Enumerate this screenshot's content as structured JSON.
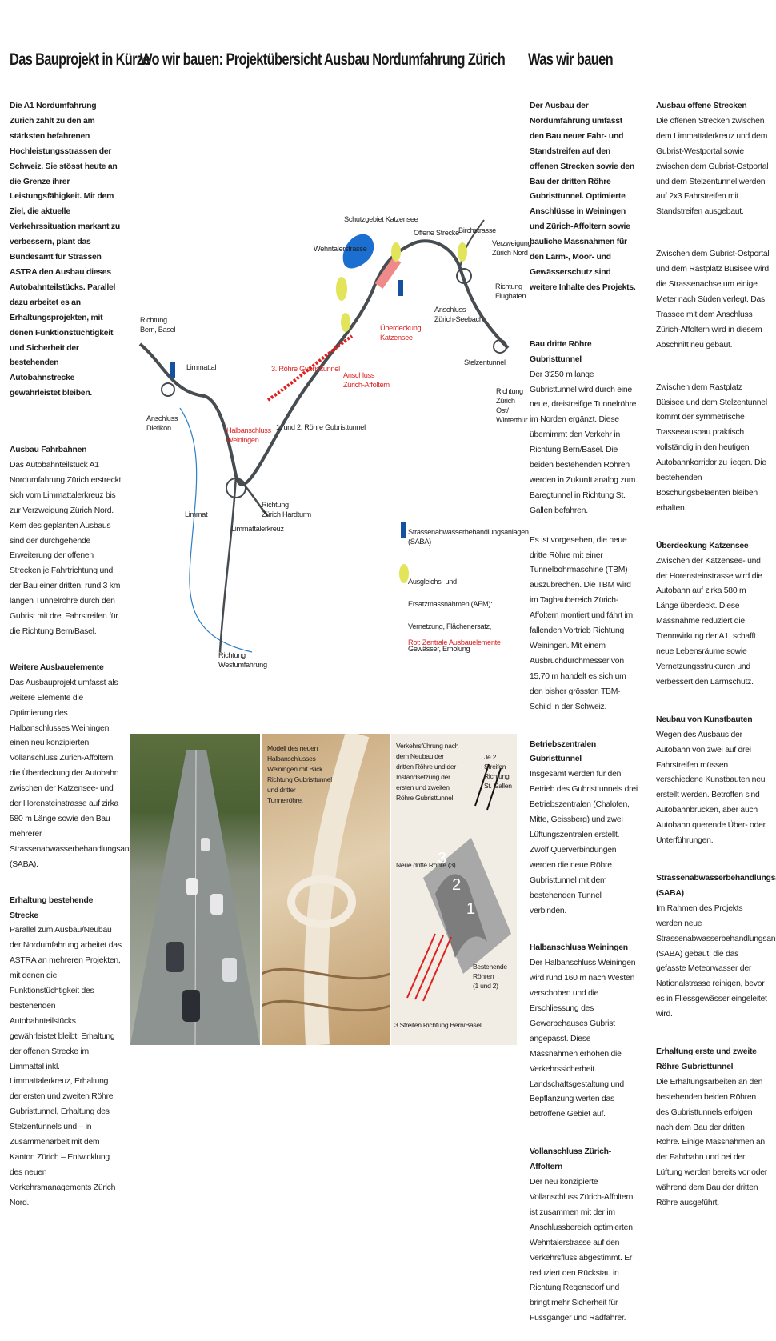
{
  "headings": {
    "left": "Das Bauprojekt in Kürze",
    "middle": "Wo wir bauen: Projektübersicht Ausbau Nordumfahrung Zürich",
    "right": "Was wir bauen"
  },
  "left_column": {
    "intro": "Die A1 Nordumfahrung Zürich zählt zu den am stärksten befahrenen Hochleistungsstrassen der Schweiz. Sie stösst heute an die Grenze ihrer Leistungsfähigkeit. Mit dem Ziel, die aktuelle Verkehrssituation markant zu verbessern, plant das Bundesamt für Strassen ASTRA den Ausbau dieses Autobahnteilstücks. Parallel dazu arbeitet es an Erhaltungsprojekten, mit denen Funktionstüchtigkeit und Sicherheit der bestehenden Autobahnstrecke gewährleistet bleiben.",
    "sections": [
      {
        "title": "Ausbau Fahrbahnen",
        "text": "Das Autobahnteilstück A1 Nordumfahrung Zürich erstreckt sich vom Limmattalerkreuz bis zur Verzweigung Zürich Nord. Kern des geplanten Ausbaus sind der durchgehende Erweiterung der offenen Strecken je Fahrtrichtung und der Bau einer dritten, rund 3 km langen Tunnelröhre durch den Gubrist mit drei Fahrstreifen für die Richtung Bern/Basel."
      },
      {
        "title": "Weitere Ausbauelemente",
        "text": "Das Ausbauprojekt umfasst als weitere Elemente die Optimierung des Halbanschlusses Weiningen, einen neu konzipierten Vollanschluss Zürich-Affoltern, die Überdeckung der Autobahn zwischen der Katzensee- und der Horensteinstrasse auf zirka 580 m Länge sowie den Bau mehrerer Strassenabwasserbehandlungsanlagen (SABA)."
      },
      {
        "title": "Erhaltung bestehende Strecke",
        "text": "Parallel zum Ausbau/Neubau der Nordumfahrung arbeitet das ASTRA an mehreren Projekten, mit denen die Funktionstüchtigkeit des bestehenden Autobahnteilstücks gewährleistet bleibt: Erhaltung der offenen Strecke im Limmattal inkl. Limmattalerkreuz, Erhaltung der ersten und zweiten Röhre Gubristtunnel, Erhaltung des Stelzentunnels und – in Zusammenarbeit mit dem Kanton Zürich – Entwicklung des neuen Verkehrsmanagements Zürich Nord."
      }
    ]
  },
  "right_col1": {
    "intro": "Der Ausbau der Nordumfahrung umfasst den Bau neuer Fahr- und Standstreifen auf den offenen Strecken sowie den Bau der dritten Röhre Gubristtunnel. Optimierte Anschlüsse in Weiningen und Zürich-Affoltern sowie bauliche Massnahmen für den Lärm-, Moor- und Gewässerschutz sind weitere Inhalte des Projekts.",
    "sections": [
      {
        "title": "Bau dritte Röhre Gubristtunnel",
        "paragraphs": [
          "Der 3'250 m lange Gubristtunnel wird durch eine neue, dreistreifige Tunnelröhre im Norden ergänzt. Diese übernimmt den Verkehr in Richtung Bern/Basel. Die beiden bestehenden Röhren werden in Zukunft analog zum Baregtunnel in Richtung St. Gallen befahren.",
          "Es ist vorgesehen, die neue dritte Röhre mit einer Tunnelbohrmaschine (TBM) auszubrechen. Die TBM wird im Tagbaubereich Zürich-Affoltern montiert und fährt im fallenden Vortrieb Richtung Weiningen. Mit einem Ausbruchdurchmesser von 15,70 m handelt es sich um den bisher grössten TBM-Schild in der Schweiz."
        ]
      },
      {
        "title": "Betriebszentralen Gubristtunnel",
        "paragraphs": [
          "Insgesamt werden für den Betrieb des Gubristtunnels drei Betriebszentralen (Chalofen, Mitte, Geissberg) und zwei Lüftungszentralen erstellt. Zwölf Querverbindungen werden die neue Röhre Gubristtunnel mit dem bestehenden Tunnel verbinden."
        ]
      },
      {
        "title": "Halbanschluss Weiningen",
        "paragraphs": [
          "Der Halbanschluss Weiningen wird rund 160 m nach Westen verschoben und die Erschliessung des Gewerbehauses Gubrist angepasst. Diese Massnahmen erhöhen die Verkehrssicherheit. Landschaftsgestaltung und Bepflanzung werten das betroffene Gebiet auf."
        ]
      },
      {
        "title": "Vollanschluss Zürich-Affoltern",
        "paragraphs": [
          "Der neu konzipierte Vollanschluss Zürich-Affoltern ist zusammen mit der im Anschlussbereich optimierten Wehntalerstrasse auf den Verkehrsfluss abgestimmt. Er reduziert den Rückstau in Richtung Regensdorf und bringt mehr Sicherheit für Fussgänger und Radfahrer."
        ]
      }
    ]
  },
  "right_col2": {
    "sections": [
      {
        "title": "Ausbau offene Strecken",
        "paragraphs": [
          "Die offenen Strecken zwischen dem Limmattalerkreuz und dem Gubrist-Westportal sowie zwischen dem Gubrist-Ostportal und dem Stelzentunnel werden auf 2x3 Fahrstreifen mit Standstreifen ausgebaut.",
          "Zwischen dem Gubrist-Ostportal und dem Rastplatz Büsisee wird die Strassenachse um einige Meter nach Süden verlegt. Das Trassee mit dem Anschluss Zürich-Affoltern wird in diesem Abschnitt neu gebaut.",
          "Zwischen dem Rastplatz Büsisee und dem Stelzentunnel kommt der symmetrische Trasseeausbau praktisch vollständig in den heutigen Autobahnkorridor zu liegen. Die bestehenden Böschungsbelaenten bleiben erhalten."
        ]
      },
      {
        "title": "Überdeckung Katzensee",
        "paragraphs": [
          "Zwischen der Katzensee- und der Horensteinstrasse wird die Autobahn auf zirka 580 m Länge überdeckt. Diese Massnahme reduziert die Trennwirkung der A1, schafft neue Lebensräume sowie Vernetzungsstrukturen und verbessert den Lärmschutz."
        ]
      },
      {
        "title": "Neubau von Kunstbauten",
        "paragraphs": [
          "Wegen des Ausbaus der Autobahn von zwei auf drei Fahrstreifen müssen verschiedene Kunstbauten neu erstellt werden. Betroffen sind Autobahnbrücken, aber auch Autobahn querende Über- oder Unterführungen."
        ]
      },
      {
        "title": "Strassenabwasserbehandlungsanlagen (SABA)",
        "paragraphs": [
          "Im Rahmen des Projekts werden neue Strassenabwasserbehandlungsanlagen (SABA) gebaut, die das gefasste Meteorwasser der Nationalstrasse reinigen, bevor es in Fliessgewässer eingeleitet wird."
        ]
      },
      {
        "title": "Erhaltung erste und zweite Röhre Gubristtunnel",
        "paragraphs": [
          "Die Erhaltungsarbeiten an den bestehenden beiden Röhren des Gubristtunnels erfolgen nach dem Bau der dritten Röhre. Einige Massnahmen an der Fahrbahn und bei der Lüftung werden bereits vor oder während dem Bau der dritten Röhre ausgeführt."
        ]
      }
    ]
  },
  "map": {
    "labels": {
      "schutzgebiet": "Schutzgebiet Katzensee",
      "offene_strecke": "Offene Strecke",
      "birchstrasse": "Birchstrasse",
      "wehntalerstrasse": "Wehntalerstrasse",
      "verzweigung": "Verzweigung\nZürich Nord",
      "flughafen": "Richtung\nFlughafen",
      "seebach": "Anschluss\nZürich-Seebach",
      "bern_basel": "Richtung\nBern, Basel",
      "ueberdeckung": "Überdeckung\nKatzensee",
      "stelzentunnel": "Stelzentunnel",
      "limmattal": "Limmattal",
      "roehre3": "3. Röhre Gubristtunnel",
      "affoltern": "Anschluss\nZürich-Affoltern",
      "oerlikon": "Richtung\nZürich Ost/\nWinterthur",
      "dietikon": "Anschluss\nDietikon",
      "weiningen": "Halbanschluss\nWeiningen",
      "roehre12": "1. und 2. Röhre Gubristtunnel",
      "limmat": "Limmat",
      "hardturm": "Richtung\nZürich Hardturm",
      "kreuz": "Limmattalerkreuz",
      "westumfahrung": "Richtung\nWestumfahrung"
    },
    "legend": {
      "saba": "Strassenabwasserbehandlungsanlagen (SABA)",
      "aem": "Ausgleichs- und Ersatzmassnahmen (AEM):\nVernetzung, Flächenersatz, Gewässer, Erholung",
      "rot": "Rot: Zentrale Ausbauelemente"
    }
  },
  "photos": {
    "model_caption": "Modell des neuen Halbanschlusses Weiningen mit Blick Richtung Gubristtunnel und dritter Tunnelröhre.",
    "tunnel_caption": "Verkehrsführung nach dem Neubau der dritten Röhre und der Instandsetzung der ersten und zweiten Röhre Gubristtunnel.",
    "tunnel_labels": {
      "top": "Je 2 Streifen\nRichtung St. Gallen",
      "neue": "Neue dritte Röhre (3)",
      "bestehende": "Bestehende Röhren\n(1 und 2)",
      "bottom": "3 Streifen Richtung Bern/Basel",
      "n1": "1",
      "n2": "2",
      "n3": "3"
    }
  },
  "colors": {
    "red": "#e02020",
    "blue": "#1650a0",
    "yellow": "#e2e45a",
    "road": "#4a4f52",
    "river": "#2e7ec4"
  }
}
